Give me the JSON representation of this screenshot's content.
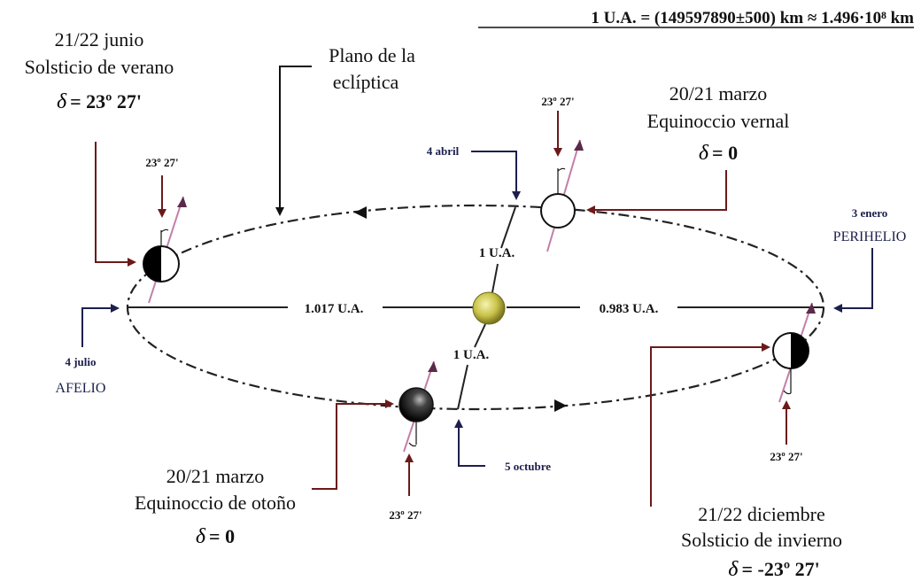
{
  "header_formula": "1 U.A. = (149597890±500) km ≈ 1.496·10⁸ km",
  "summer": {
    "date": "21/22 junio",
    "title": "Solsticio de verano",
    "delta_symbol": "δ",
    "delta_value": "= 23º 27'"
  },
  "ecliptic": {
    "line1": "Plano de la",
    "line2": "eclíptica"
  },
  "vernal": {
    "date": "20/21 marzo",
    "title": "Equinoccio vernal",
    "delta_symbol": "δ",
    "delta_value": "= 0"
  },
  "april": "4 abril",
  "ua_top": "1 U.A.",
  "ua_bottom": "1 U.A.",
  "aphelion_dist": "1.017 U.A.",
  "perihelion_dist": "0.983 U.A.",
  "perihelion": {
    "date": "3 enero",
    "label": "PERIHELIO"
  },
  "aphelion": {
    "date": "4 julio",
    "label": "AFELIO"
  },
  "october": "5 octubre",
  "autumn": {
    "date": "20/21 marzo",
    "title": "Equinoccio de otoño",
    "delta_symbol": "δ",
    "delta_value": "= 0"
  },
  "winter": {
    "date": "21/22 diciembre",
    "title": "Solsticio de invierno",
    "delta_symbol": "δ",
    "delta_value": "= -23º 27'"
  },
  "tilt_labels": [
    "23º 27'",
    "23º 27'",
    "23º 27'",
    "23º 27'"
  ],
  "colors": {
    "orbit": "#222222",
    "pointer_dark": "#6b1a1a",
    "pointer_blue": "#1c1f4d",
    "axis": "#c27fa8",
    "sun": "#c9c248"
  }
}
